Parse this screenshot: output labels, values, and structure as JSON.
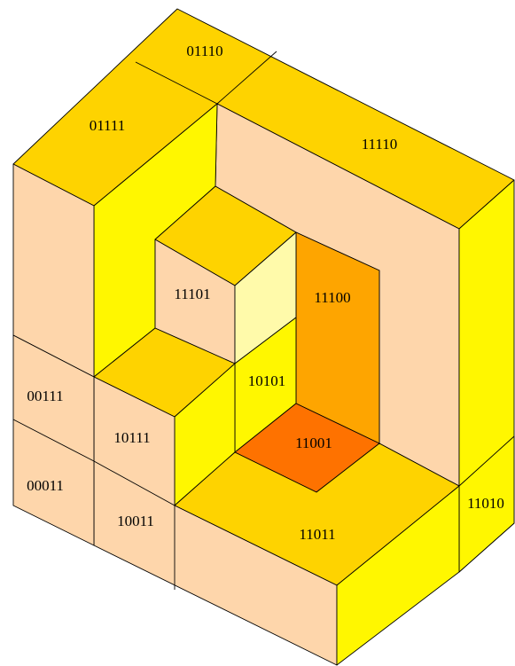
{
  "colors": {
    "top": "#fed300",
    "front": "#fed6ab",
    "side_bright": "#fff700",
    "side_pale": "#fffaaa",
    "inner_orange": "#fea500",
    "deep_orange": "#fe7200",
    "outline": "#000000",
    "background": "#ffffff"
  },
  "labels": {
    "l01110": "01110",
    "l01111": "01111",
    "l11110": "11110",
    "l11101": "11101",
    "l11100": "11100",
    "l10101": "10101",
    "l00111": "00111",
    "l10111": "10111",
    "l11001": "11001",
    "l00011": "00011",
    "l10011": "10011",
    "l11011": "11011",
    "l11010": "11010"
  }
}
